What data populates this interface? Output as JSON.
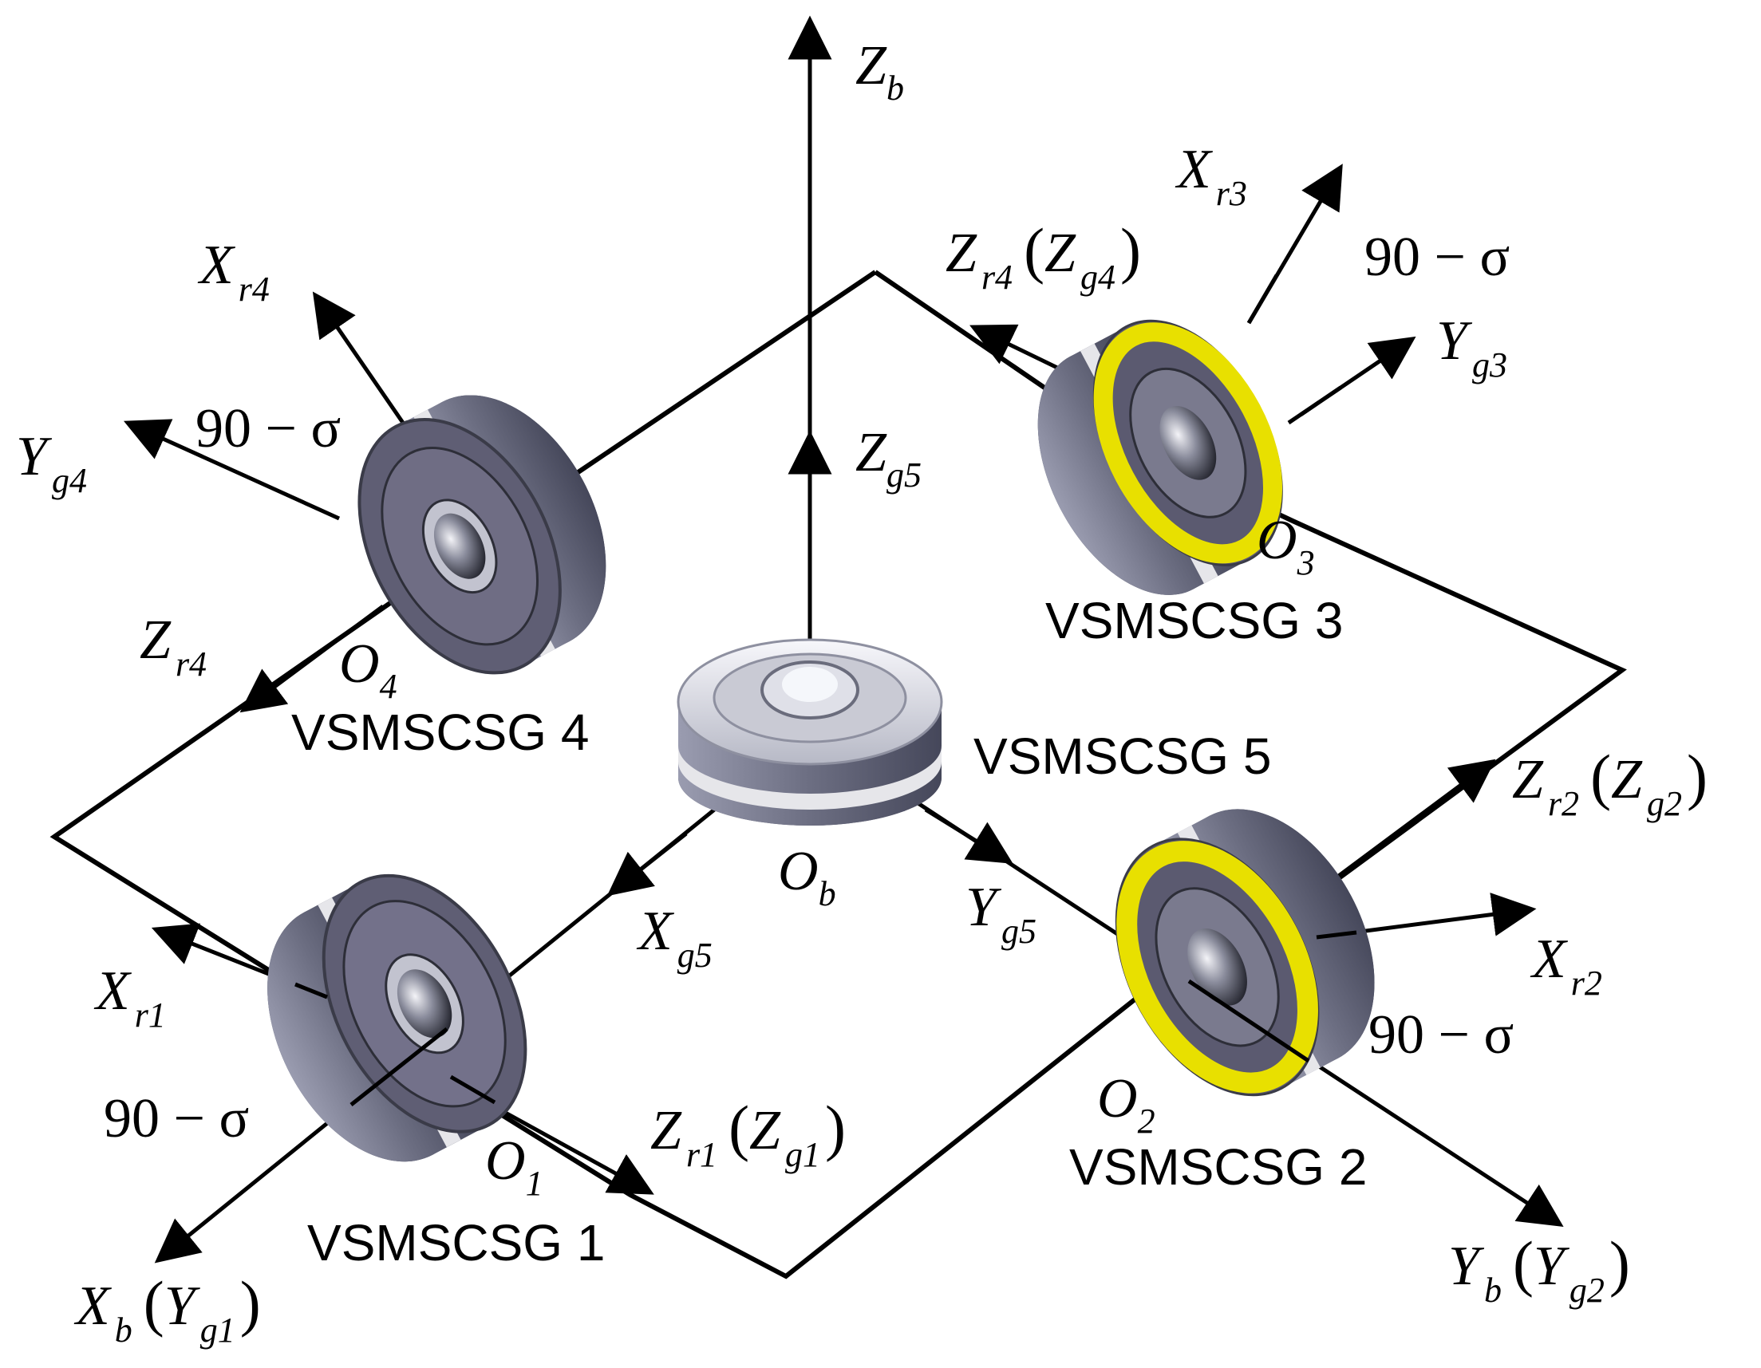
{
  "axes": {
    "Zb": {
      "main": "Z",
      "sub": "b"
    },
    "Zg5": {
      "main": "Z",
      "sub": "g5"
    },
    "Ob": {
      "main": "O",
      "sub": "b"
    },
    "Xg5": {
      "main": "X",
      "sub": "g5"
    },
    "Yg5": {
      "main": "Y",
      "sub": "g5"
    },
    "Xb_Yg1": {
      "main": "X",
      "sub": "b",
      "main2": "Y",
      "sub2": "g1"
    },
    "Yb_Yg2": {
      "main": "Y",
      "sub": "b",
      "main2": "Y",
      "sub2": "g2"
    },
    "Xr4": {
      "main": "X",
      "sub": "r4"
    },
    "Yg4": {
      "main": "Y",
      "sub": "g4"
    },
    "Zr4": {
      "main": "Z",
      "sub": "r4"
    },
    "Zr4_Zg4": {
      "main": "Z",
      "sub": "r4",
      "main2": "Z",
      "sub2": "g4"
    },
    "Xr3": {
      "main": "X",
      "sub": "r3"
    },
    "Yg3": {
      "main": "Y",
      "sub": "g3"
    },
    "Xr1": {
      "main": "X",
      "sub": "r1"
    },
    "Zr1_Zg1": {
      "main": "Z",
      "sub": "r1",
      "main2": "Z",
      "sub2": "g1"
    },
    "Zr2_Zg2": {
      "main": "Z",
      "sub": "r2",
      "main2": "Z",
      "sub2": "g2"
    },
    "Xr2": {
      "main": "X",
      "sub": "r2"
    }
  },
  "origins": {
    "O1": {
      "main": "O",
      "sub": "1"
    },
    "O2": {
      "main": "O",
      "sub": "2"
    },
    "O3": {
      "main": "O",
      "sub": "3"
    },
    "O4": {
      "main": "O",
      "sub": "4"
    }
  },
  "angle_label": "90 − σ",
  "gyros": {
    "g1": "VSMSCSG 1",
    "g2": "VSMSCSG 2",
    "g3": "VSMSCSG 3",
    "g4": "VSMSCSG 4",
    "g5": "VSMSCSG 5"
  },
  "colors": {
    "housing": "#7f8296",
    "housing_dark": "#4e5164",
    "face": "#6b6a80",
    "stripe": "#e6e6ea",
    "yellow_ring": "#e8e000",
    "top_wheel": "#e4e5ec"
  }
}
